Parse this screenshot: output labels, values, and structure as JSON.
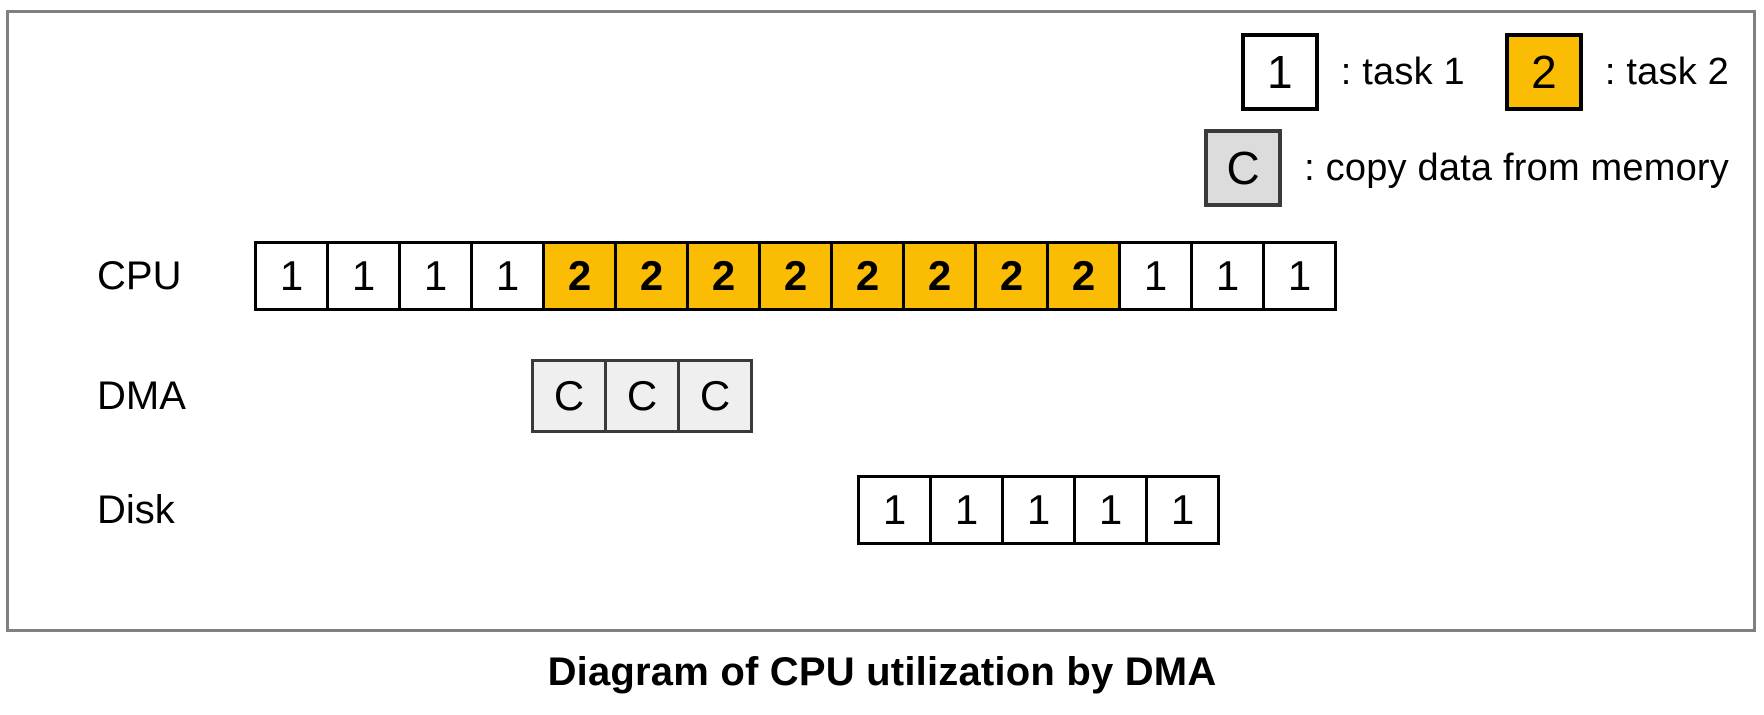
{
  "caption": "Diagram of CPU utilization by DMA",
  "legend": {
    "rows": [
      {
        "entries": [
          {
            "box_text": "1",
            "style": "white",
            "label": ": task 1",
            "name": "legend-task-1"
          },
          {
            "box_text": "2",
            "style": "orange",
            "label": ": task 2",
            "name": "legend-task-2"
          }
        ]
      },
      {
        "entries": [
          {
            "box_text": "C",
            "style": "gray",
            "label": ": copy data from memory",
            "name": "legend-copy"
          }
        ]
      }
    ]
  },
  "colors": {
    "task2_fill": "#FBBC04",
    "copy_fill": "#EFEFEF",
    "border": "#000000",
    "frame_border": "#808080"
  },
  "rows": [
    {
      "name": "cpu",
      "label": "CPU",
      "cells": [
        {
          "text": "1",
          "kind": "task1"
        },
        {
          "text": "1",
          "kind": "task1"
        },
        {
          "text": "1",
          "kind": "task1"
        },
        {
          "text": "1",
          "kind": "task1"
        },
        {
          "text": "2",
          "kind": "task2"
        },
        {
          "text": "2",
          "kind": "task2"
        },
        {
          "text": "2",
          "kind": "task2"
        },
        {
          "text": "2",
          "kind": "task2"
        },
        {
          "text": "2",
          "kind": "task2"
        },
        {
          "text": "2",
          "kind": "task2"
        },
        {
          "text": "2",
          "kind": "task2"
        },
        {
          "text": "2",
          "kind": "task2"
        },
        {
          "text": "1",
          "kind": "task1"
        },
        {
          "text": "1",
          "kind": "task1"
        },
        {
          "text": "1",
          "kind": "task1"
        }
      ]
    },
    {
      "name": "dma",
      "label": "DMA",
      "cells": [
        {
          "text": "C",
          "kind": "copy"
        },
        {
          "text": "C",
          "kind": "copy"
        },
        {
          "text": "C",
          "kind": "copy"
        }
      ]
    },
    {
      "name": "disk",
      "label": "Disk",
      "cells": [
        {
          "text": "1",
          "kind": "task1"
        },
        {
          "text": "1",
          "kind": "task1"
        },
        {
          "text": "1",
          "kind": "task1"
        },
        {
          "text": "1",
          "kind": "task1"
        },
        {
          "text": "1",
          "kind": "task1"
        }
      ]
    }
  ]
}
